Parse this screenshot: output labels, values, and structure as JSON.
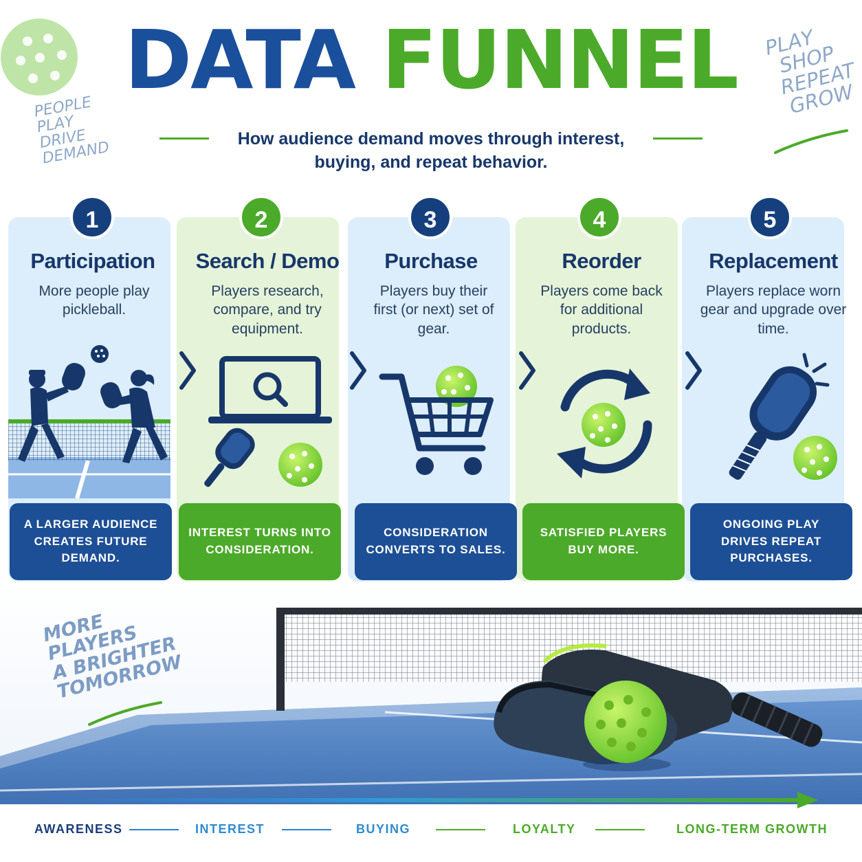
{
  "header": {
    "title_word1": "DATA",
    "title_word2": "FUNNEL",
    "subtitle": "How audience demand moves through interest, buying, and repeat behavior."
  },
  "side_notes": {
    "left": [
      "PEOPLE",
      "PLAY",
      "DRIVE",
      "DEMAND"
    ],
    "right": [
      "PLAY",
      "SHOP",
      "REPEAT",
      "GROW"
    ],
    "bottom_left": [
      "MORE",
      "PLAYERS",
      "A BRIGHTER",
      "TOMORROW"
    ]
  },
  "stages": [
    {
      "number": "1",
      "title": "Participation",
      "description": "More people play pickleball.",
      "footer": "A larger audience creates future demand.",
      "color": "#1d4f96",
      "theme": "blue",
      "icon": "players-on-court-icon"
    },
    {
      "number": "2",
      "title": "Search / Demo",
      "description": "Players research, compare, and try equipment.",
      "footer": "Interest turns into consideration.",
      "color": "#4caa2a",
      "theme": "green",
      "icon": "laptop-search-icon"
    },
    {
      "number": "3",
      "title": "Purchase",
      "description": "Players buy their first (or next) set of gear.",
      "footer": "Consideration converts to sales.",
      "color": "#1d4f96",
      "theme": "blue",
      "icon": "shopping-cart-icon"
    },
    {
      "number": "4",
      "title": "Reorder",
      "description": "Players come back for additional products.",
      "footer": "Satisfied players buy more.",
      "color": "#4caa2a",
      "theme": "green",
      "icon": "reorder-cycle-icon"
    },
    {
      "number": "5",
      "title": "Replacement",
      "description": "Players replace worn gear and upgrade over time.",
      "footer": "Ongoing play drives repeat purchases.",
      "color": "#1d4f96",
      "theme": "blue",
      "icon": "paddle-ball-icon"
    }
  ],
  "journey": [
    {
      "label": "AWARENESS",
      "color": "#1b3e78"
    },
    {
      "label": "INTEREST",
      "color": "#2f8bd0"
    },
    {
      "label": "BUYING",
      "color": "#2f8bd0"
    },
    {
      "label": "LOYALTY",
      "color": "#4caa2a"
    },
    {
      "label": "LONG-TERM GROWTH",
      "color": "#4caa2a"
    }
  ],
  "colors": {
    "navy": "#17376a",
    "blue": "#1d4f96",
    "green": "#4caa2a",
    "light_blue": "#dceefc",
    "light_green": "#e5f4d8"
  }
}
